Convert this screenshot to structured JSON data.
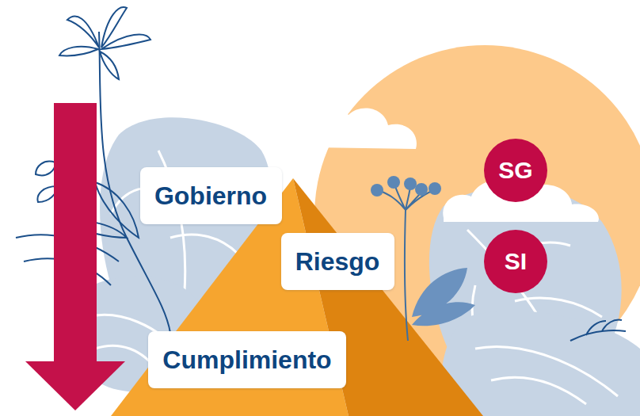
{
  "diagram": {
    "nodes": [
      {
        "text": [
          "Gobierno"
        ]
      },
      {
        "text": [
          "Riesgo"
        ]
      },
      {
        "text": [
          "Cumplimiento"
        ]
      },
      {
        "text": [
          "SG"
        ]
      },
      {
        "text": [
          "SI"
        ]
      }
    ]
  }
}
